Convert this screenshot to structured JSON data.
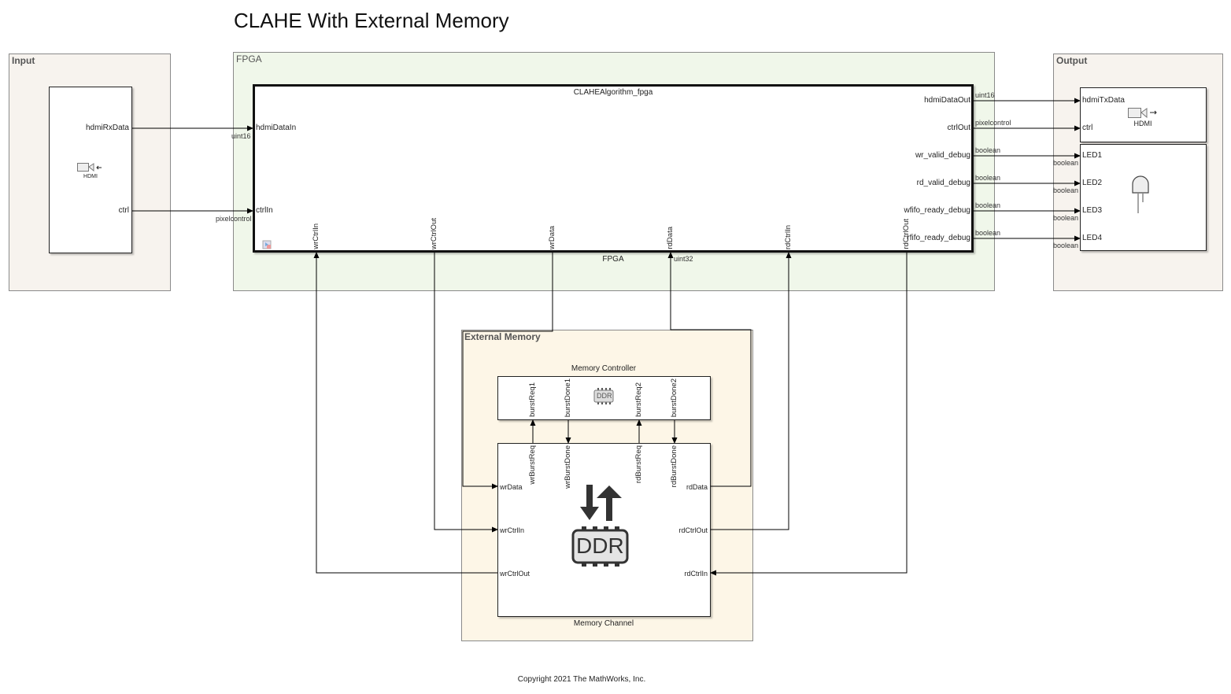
{
  "title": "CLAHE With External Memory",
  "areas": {
    "input": "Input",
    "fpga": "FPGA",
    "output": "Output",
    "external_memory": "External Memory"
  },
  "colors": {
    "input_bg": "#f7f3ee",
    "fpga_bg": "#f0f7ea",
    "output_bg": "#f7f3ee",
    "memory_bg": "#fdf6e7"
  },
  "input_block": {
    "ports": [
      "hdmiRxData",
      "ctrl"
    ],
    "icon": "hdmi-camera-icon",
    "icon_label": "HDMI"
  },
  "fpga_block": {
    "name": "CLAHEAlgorithm_fpga",
    "caption": "FPGA",
    "inputs": [
      "hdmiDataIn",
      "ctrlIn"
    ],
    "outputs": [
      "hdmiDataOut",
      "ctrlOut",
      "wr_valid_debug",
      "rd_valid_debug",
      "wfifo_ready_debug",
      "rfifo_ready_debug"
    ],
    "bottom_ports": [
      "wrCtrlIn",
      "wrCtrlOut",
      "wrData",
      "rdData",
      "rdCtrlIn",
      "rdCtrlOut"
    ]
  },
  "output_hdmi_block": {
    "ports": [
      "hdmiTxData",
      "ctrl"
    ],
    "icon_label": "HDMI"
  },
  "output_led_block": {
    "ports": [
      "LED1",
      "LED2",
      "LED3",
      "LED4"
    ],
    "icon": "led-icon"
  },
  "memory_controller": {
    "caption": "Memory Controller",
    "ports": [
      "burstReq1",
      "burstDone1",
      "burstReq2",
      "burstDone2"
    ],
    "icon_label": "DDR"
  },
  "memory_channel": {
    "caption": "Memory Channel",
    "top_ports": [
      "wrBurstReq",
      "wrBurstDone",
      "rdBurstReq",
      "rdBurstDone"
    ],
    "left_ports": [
      "wrData",
      "wrCtrlIn",
      "wrCtrlOut"
    ],
    "right_ports": [
      "rdData",
      "rdCtrlOut",
      "rdCtrlIn"
    ],
    "icon_label": "DDR"
  },
  "signals": {
    "in_uint16": "uint16",
    "in_pixelcontrol": "pixelcontrol",
    "out_types": [
      "uint16",
      "pixelcontrol",
      "boolean",
      "boolean",
      "boolean",
      "boolean"
    ],
    "led_in_types": [
      "boolean",
      "boolean",
      "boolean",
      "boolean"
    ],
    "rd_uint32": "uint32"
  },
  "copyright": "Copyright 2021 The MathWorks, Inc."
}
